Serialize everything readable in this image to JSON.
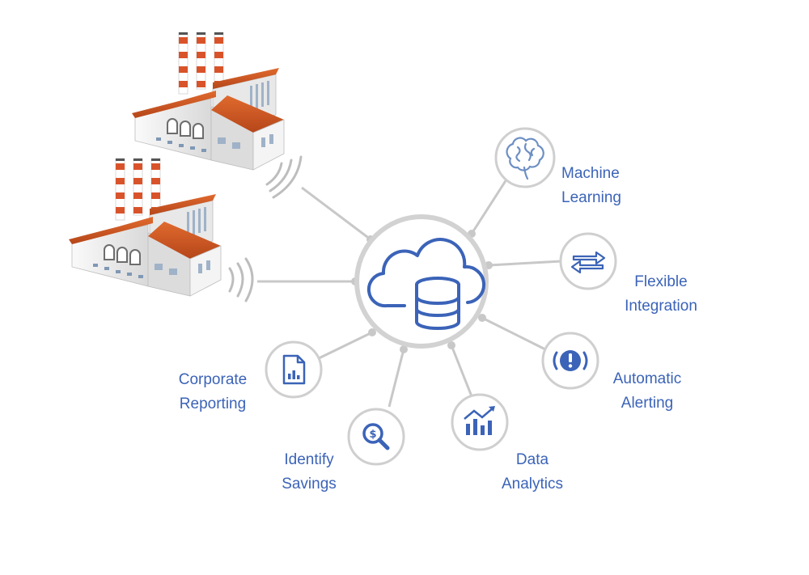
{
  "colors": {
    "accent": "#3b63b8",
    "connector": "#c8c8c8",
    "node_fill": "#ffffff",
    "roof": "#cf5a22",
    "chimney_red": "#d9532a",
    "building": "#f1f1f1"
  },
  "hub": {
    "icon": "cloud-database-icon"
  },
  "factories": [
    {
      "name": "factory-top",
      "icon": "factory-icon"
    },
    {
      "name": "factory-bottom",
      "icon": "factory-icon"
    }
  ],
  "nodes": [
    {
      "id": "machine-learning",
      "icon": "brain-icon",
      "lines": [
        "Machine",
        "Learning"
      ]
    },
    {
      "id": "flexible-integration",
      "icon": "arrows-exchange-icon",
      "lines": [
        "Flexible",
        "Integration"
      ]
    },
    {
      "id": "automatic-alerting",
      "icon": "alert-icon",
      "lines": [
        "Automatic",
        "Alerting"
      ]
    },
    {
      "id": "data-analytics",
      "icon": "bar-chart-trend-icon",
      "lines": [
        "Data",
        "Analytics"
      ]
    },
    {
      "id": "identify-savings",
      "icon": "dollar-search-icon",
      "lines": [
        "Identify",
        "Savings"
      ]
    },
    {
      "id": "corporate-reporting",
      "icon": "report-document-icon",
      "lines": [
        "Corporate",
        "Reporting"
      ]
    }
  ]
}
